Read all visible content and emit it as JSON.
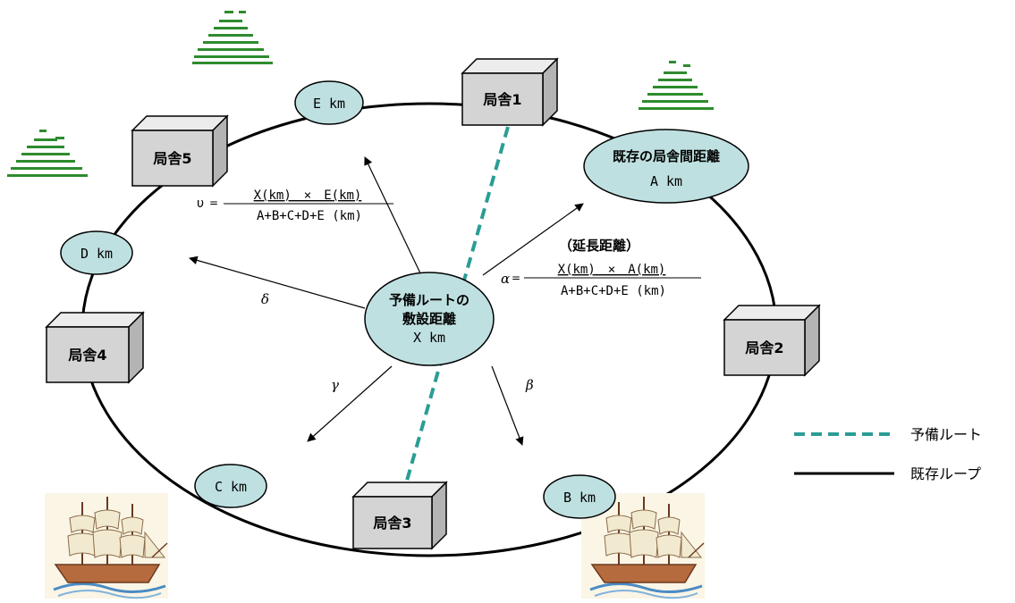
{
  "stations": {
    "s1": "局舎1",
    "s2": "局舎2",
    "s3": "局舎3",
    "s4": "局舎4",
    "s5": "局舎5"
  },
  "distances": {
    "a_title": "既存の局舎間距離",
    "a_value": "A km",
    "b": "B km",
    "c": "C km",
    "d": "D km",
    "e": "E km"
  },
  "center": {
    "line1": "予備ルートの",
    "line2": "敷設距離",
    "line3": "X km"
  },
  "extension_label": "（延長距離）",
  "formula_alpha": {
    "symbol": "α",
    "equals": "=",
    "numerator": "X(km)　×　A(km)",
    "denominator": "A+B+C+D+E (km)"
  },
  "formula_upsilon": {
    "symbol": "υ",
    "equals": "=",
    "numerator": "X(km)　×　E(km)",
    "denominator": "A+B+C+D+E (km)"
  },
  "greek": {
    "beta": "β",
    "gamma": "γ",
    "delta": "δ"
  },
  "legend": {
    "spare": "予備ルート",
    "existing": "既存ループ"
  },
  "colors": {
    "ellipse_fill": "#bfe0e0",
    "spare_route": "#2a9d94",
    "box_front": "#d4d4d4",
    "box_top": "#ececec",
    "box_side": "#b4b4b4",
    "tree": "#2e8b2e"
  }
}
